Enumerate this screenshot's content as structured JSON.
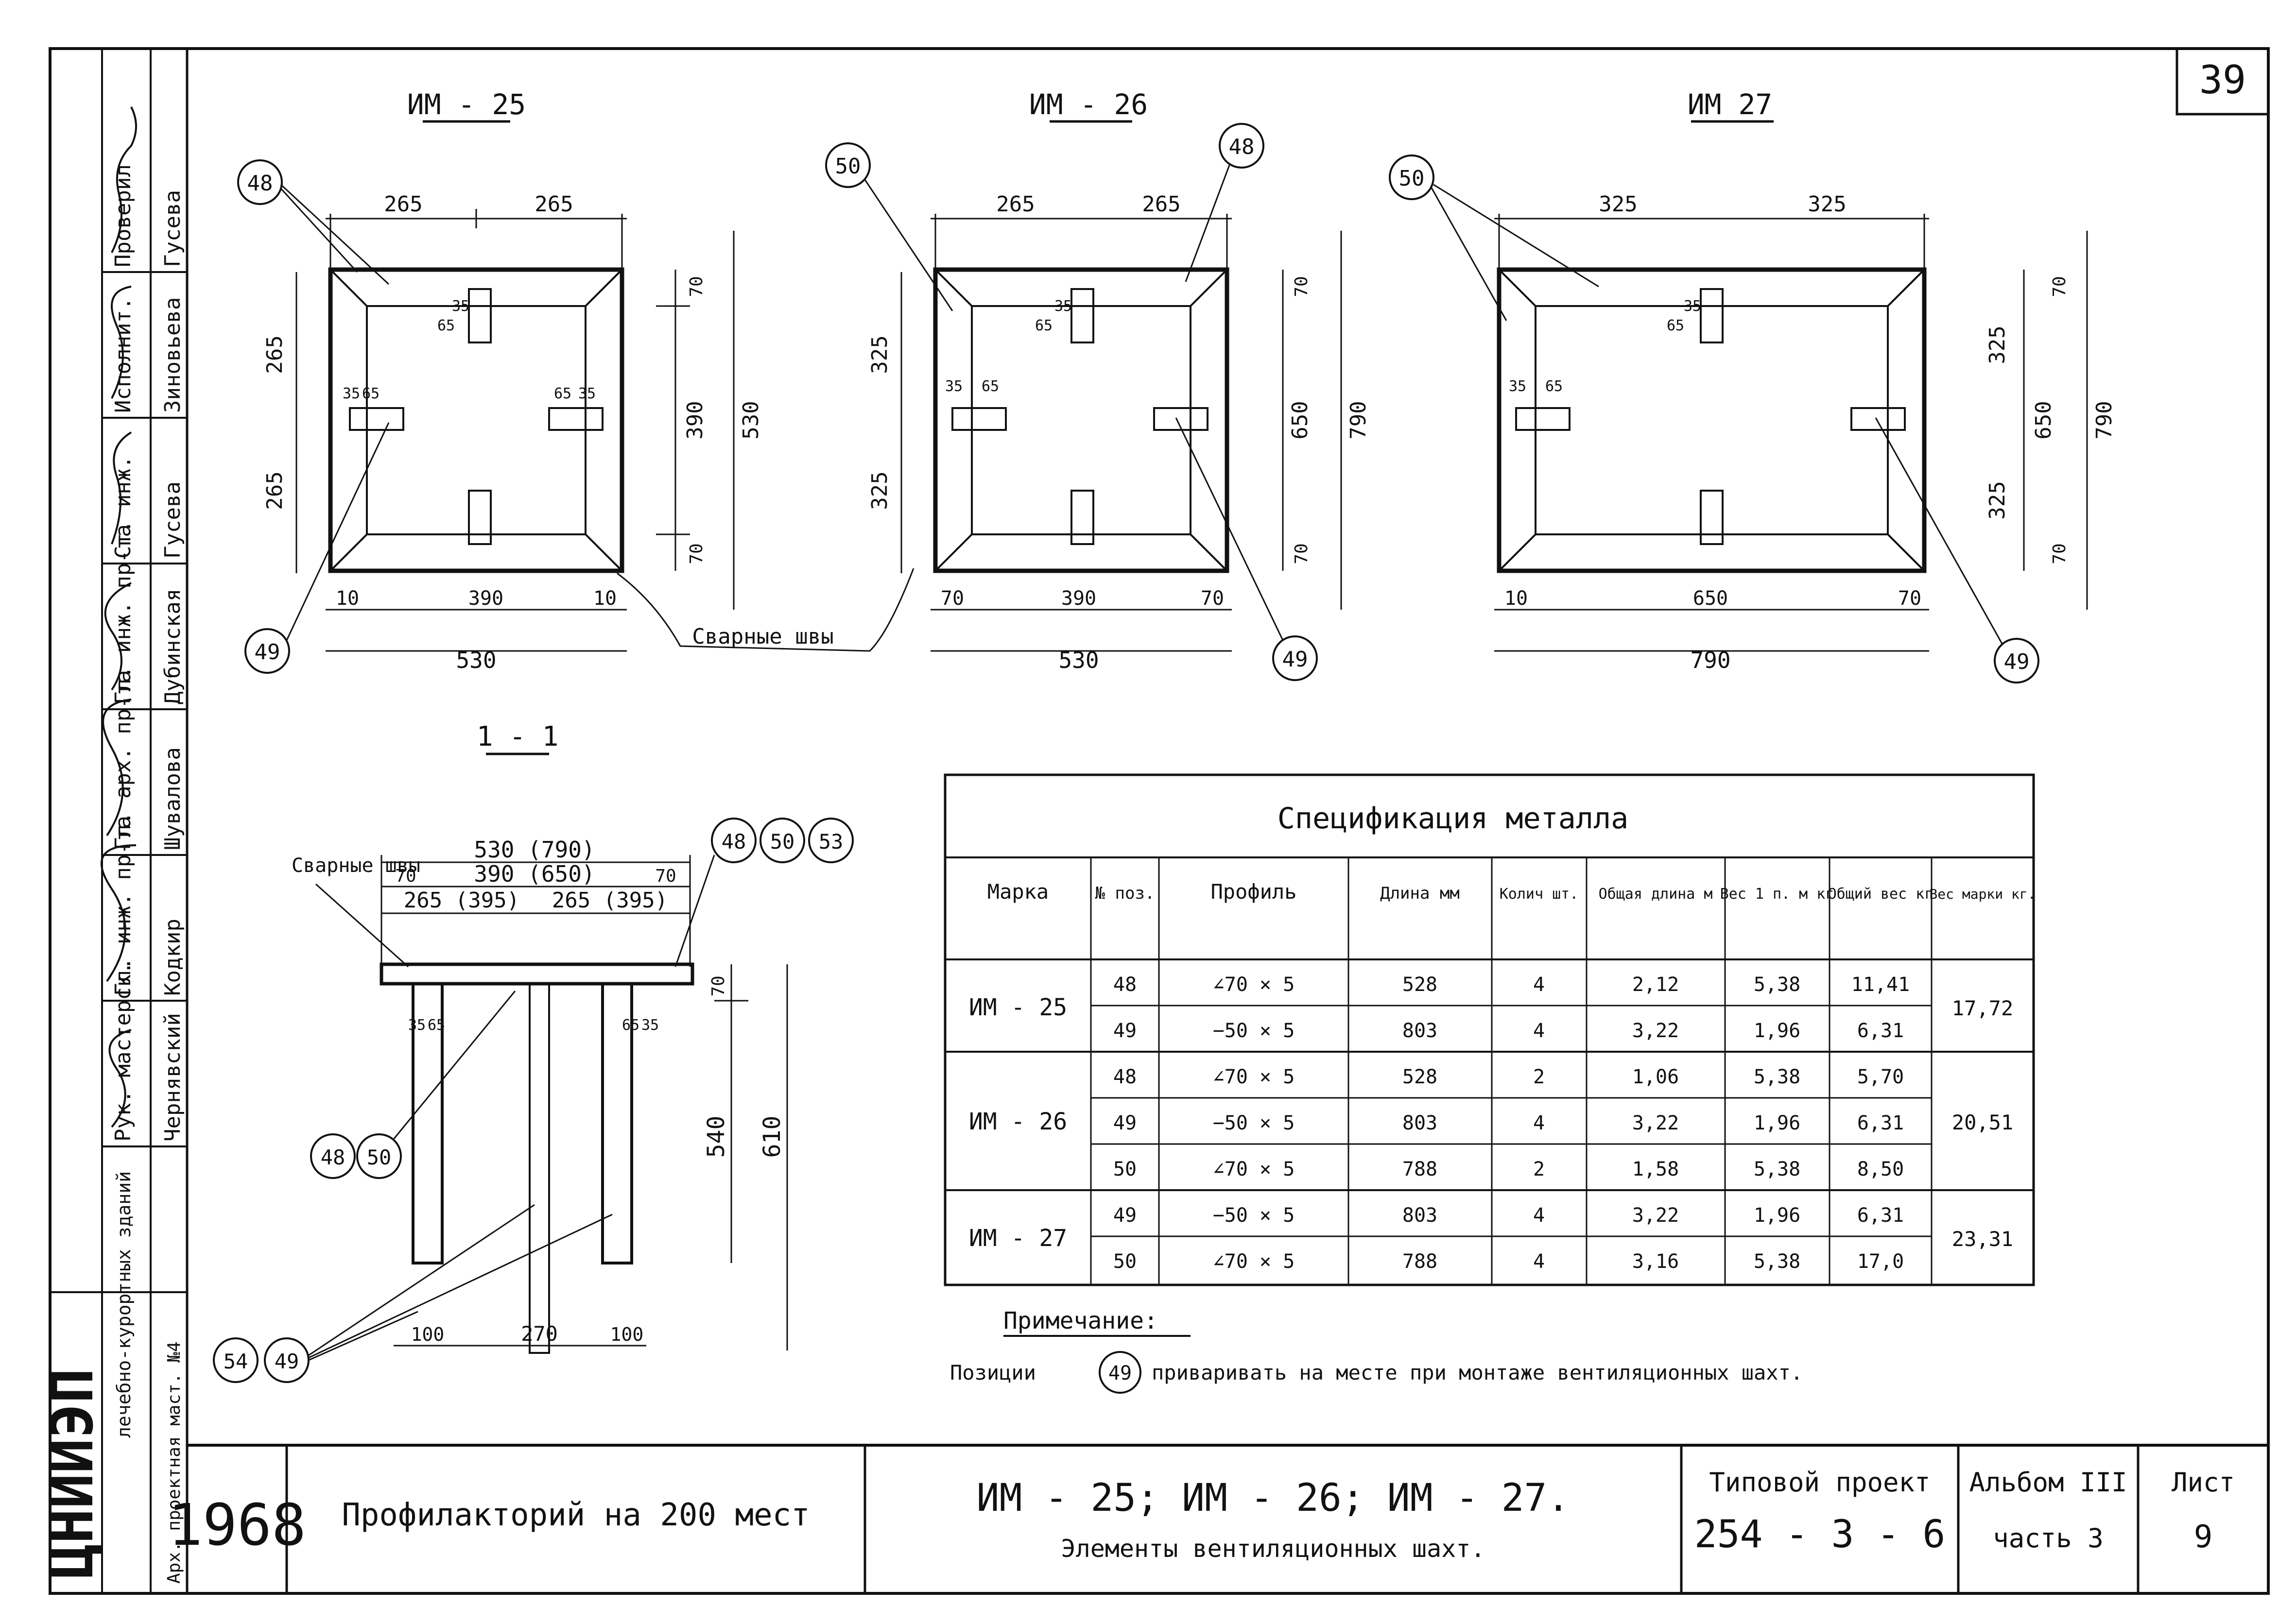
{
  "sheet_number": "39",
  "stamp": {
    "year": "1968",
    "project_name": "Профилакторий на 200 мест",
    "elements_title": "ИМ - 25;  ИМ - 26;  ИМ - 27.",
    "elements_subtitle": "Элементы вентиляционных шахт.",
    "standard_project_label": "Типовой проект",
    "standard_project_number": "254 - 3 - 6",
    "album_label": "Альбом III",
    "part_label": "часть 3",
    "sheet_label": "Лист",
    "sheet_value": "9",
    "institute": "ЦНИИЭП",
    "institute_dept": "лечебно-курортных зданий",
    "workshop": "Арх. проектная маст. №4"
  },
  "roles": [
    {
      "role": "Проверил",
      "name": "Гусева"
    },
    {
      "role": "Исполнит.",
      "name": "Зиновьева"
    },
    {
      "role": "Ст. инж.",
      "name": "Гусева"
    },
    {
      "role": "Гл. инж. пр-та",
      "name": "Дубинская"
    },
    {
      "role": "Гл. арх. пр-та",
      "name": "Шувалова"
    },
    {
      "role": "Гл. инж. пр-та",
      "name": "Кодкир"
    },
    {
      "role": "Рук. мастерск.",
      "name": "Чернявский"
    }
  ],
  "drawings": {
    "im25": {
      "title": "ИМ - 25",
      "top_dims": [
        "265",
        "265"
      ],
      "left_dims": [
        "265",
        "265"
      ],
      "bottom_dims": [
        "10",
        "390",
        "10"
      ],
      "overall": "530",
      "right_dims": [
        "70",
        "390",
        "530",
        "70"
      ],
      "small": [
        "65",
        "35",
        "65",
        "35",
        "65",
        "35"
      ],
      "callouts": [
        "48",
        "49"
      ]
    },
    "im26": {
      "title": "ИМ - 26",
      "top_dims": [
        "265",
        "265"
      ],
      "left_dims": [
        "325",
        "325"
      ],
      "bottom_dims": [
        "70",
        "390",
        "70"
      ],
      "overall": "530",
      "right_dims": [
        "70",
        "650",
        "790",
        "70"
      ],
      "small": [
        "65",
        "35",
        "35",
        "65"
      ],
      "callouts": [
        "50",
        "48",
        "49"
      ]
    },
    "im27": {
      "title": "ИМ 27",
      "top_dims": [
        "325",
        "325"
      ],
      "bottom_dims": [
        "10",
        "650",
        "70"
      ],
      "overall": "790",
      "right_dims": [
        "325",
        "650",
        "790",
        "325",
        "70",
        "70"
      ],
      "small": [
        "65",
        "35",
        "35",
        "65"
      ],
      "callouts": [
        "50",
        "49"
      ]
    },
    "weld_label": "Сварные швы",
    "section": {
      "title": "1 - 1",
      "weld_label": "Сварные швы",
      "dim_overall": "530 (790)",
      "dim_inner": "390 (650)",
      "dim_left_edge": "70",
      "dim_right_edge": "70",
      "dim_half_left": "265 (395)",
      "dim_half_right": "265 (395)",
      "dim_small_left": [
        "35",
        "65"
      ],
      "dim_small_right": [
        "65",
        "35"
      ],
      "dim_height_top": "70",
      "dim_height_mid": "540",
      "dim_height_full": "610",
      "dim_bottom": [
        "100",
        "270",
        "100"
      ],
      "callouts_top": [
        "48",
        "50",
        "53"
      ],
      "callouts_left": [
        "48",
        "50"
      ],
      "callouts_bottom": [
        "54",
        "49"
      ]
    }
  },
  "spec_table": {
    "title": "Спецификация металла",
    "headers": [
      "Марка",
      "№ поз.",
      "Профиль",
      "Длина мм",
      "Колич шт.",
      "Общая длина м",
      "Вес 1 п. м кг",
      "Общий вес кг",
      "Вес марки кг."
    ],
    "groups": [
      {
        "mark": "ИМ - 25",
        "mark_weight": "17,72",
        "rows": [
          [
            "48",
            "∠70 × 5",
            "528",
            "4",
            "2,12",
            "5,38",
            "11,41"
          ],
          [
            "49",
            "−50 × 5",
            "803",
            "4",
            "3,22",
            "1,96",
            "6,31"
          ]
        ]
      },
      {
        "mark": "ИМ - 26",
        "mark_weight": "20,51",
        "rows": [
          [
            "48",
            "∠70 × 5",
            "528",
            "2",
            "1,06",
            "5,38",
            "5,70"
          ],
          [
            "49",
            "−50 × 5",
            "803",
            "4",
            "3,22",
            "1,96",
            "6,31"
          ],
          [
            "50",
            "∠70 × 5",
            "788",
            "2",
            "1,58",
            "5,38",
            "8,50"
          ]
        ]
      },
      {
        "mark": "ИМ - 27",
        "mark_weight": "23,31",
        "rows": [
          [
            "49",
            "−50 × 5",
            "803",
            "4",
            "3,22",
            "1,96",
            "6,31"
          ],
          [
            "50",
            "∠70 × 5",
            "788",
            "4",
            "3,16",
            "5,38",
            "17,0"
          ]
        ]
      }
    ]
  },
  "note": {
    "title": "Примечание:",
    "text_before": "Позиции",
    "circled": "49",
    "text_after": "приваривать на месте при монтаже вентиляционных шахт."
  }
}
